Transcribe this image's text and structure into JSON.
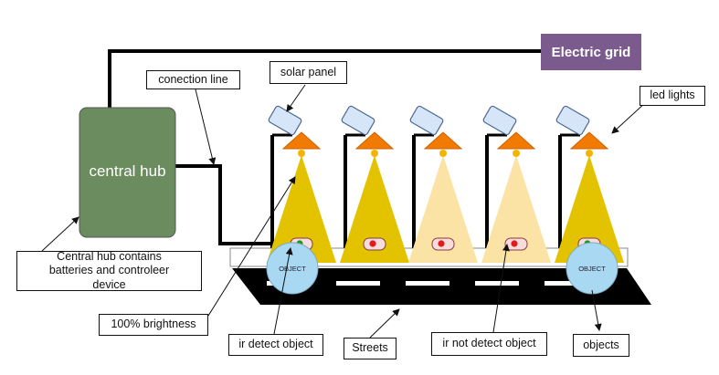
{
  "electric_grid": {
    "label": "Electric grid",
    "color": "#7b5a8e"
  },
  "central_hub": {
    "label": "central hub",
    "color": "#6b8c5e"
  },
  "callouts": {
    "connection_line": "conection line",
    "solar_panel": "solar panel",
    "led_lights": "led lights",
    "hub_description": "Central hub contains batteries and controleer device",
    "brightness": "100% brightness",
    "ir_detect": "ir detect object",
    "streets": "Streets",
    "ir_not_detect": "ir not detect object",
    "objects": "objects"
  },
  "object_label": "OBJECT",
  "colors": {
    "beam_full": "#e3c200",
    "beam_dim": "#fbe3a6",
    "led": "#f07b00",
    "panel": "#d6e6f8",
    "object": "#a9d8f2",
    "sensor_on": "#1a9a1a",
    "sensor_off": "#e31a1a"
  },
  "lamps": [
    {
      "state": "bright",
      "sensor": "on"
    },
    {
      "state": "bright",
      "sensor": "off"
    },
    {
      "state": "dim",
      "sensor": "off"
    },
    {
      "state": "dim",
      "sensor": "off"
    },
    {
      "state": "bright",
      "sensor": "on"
    }
  ]
}
